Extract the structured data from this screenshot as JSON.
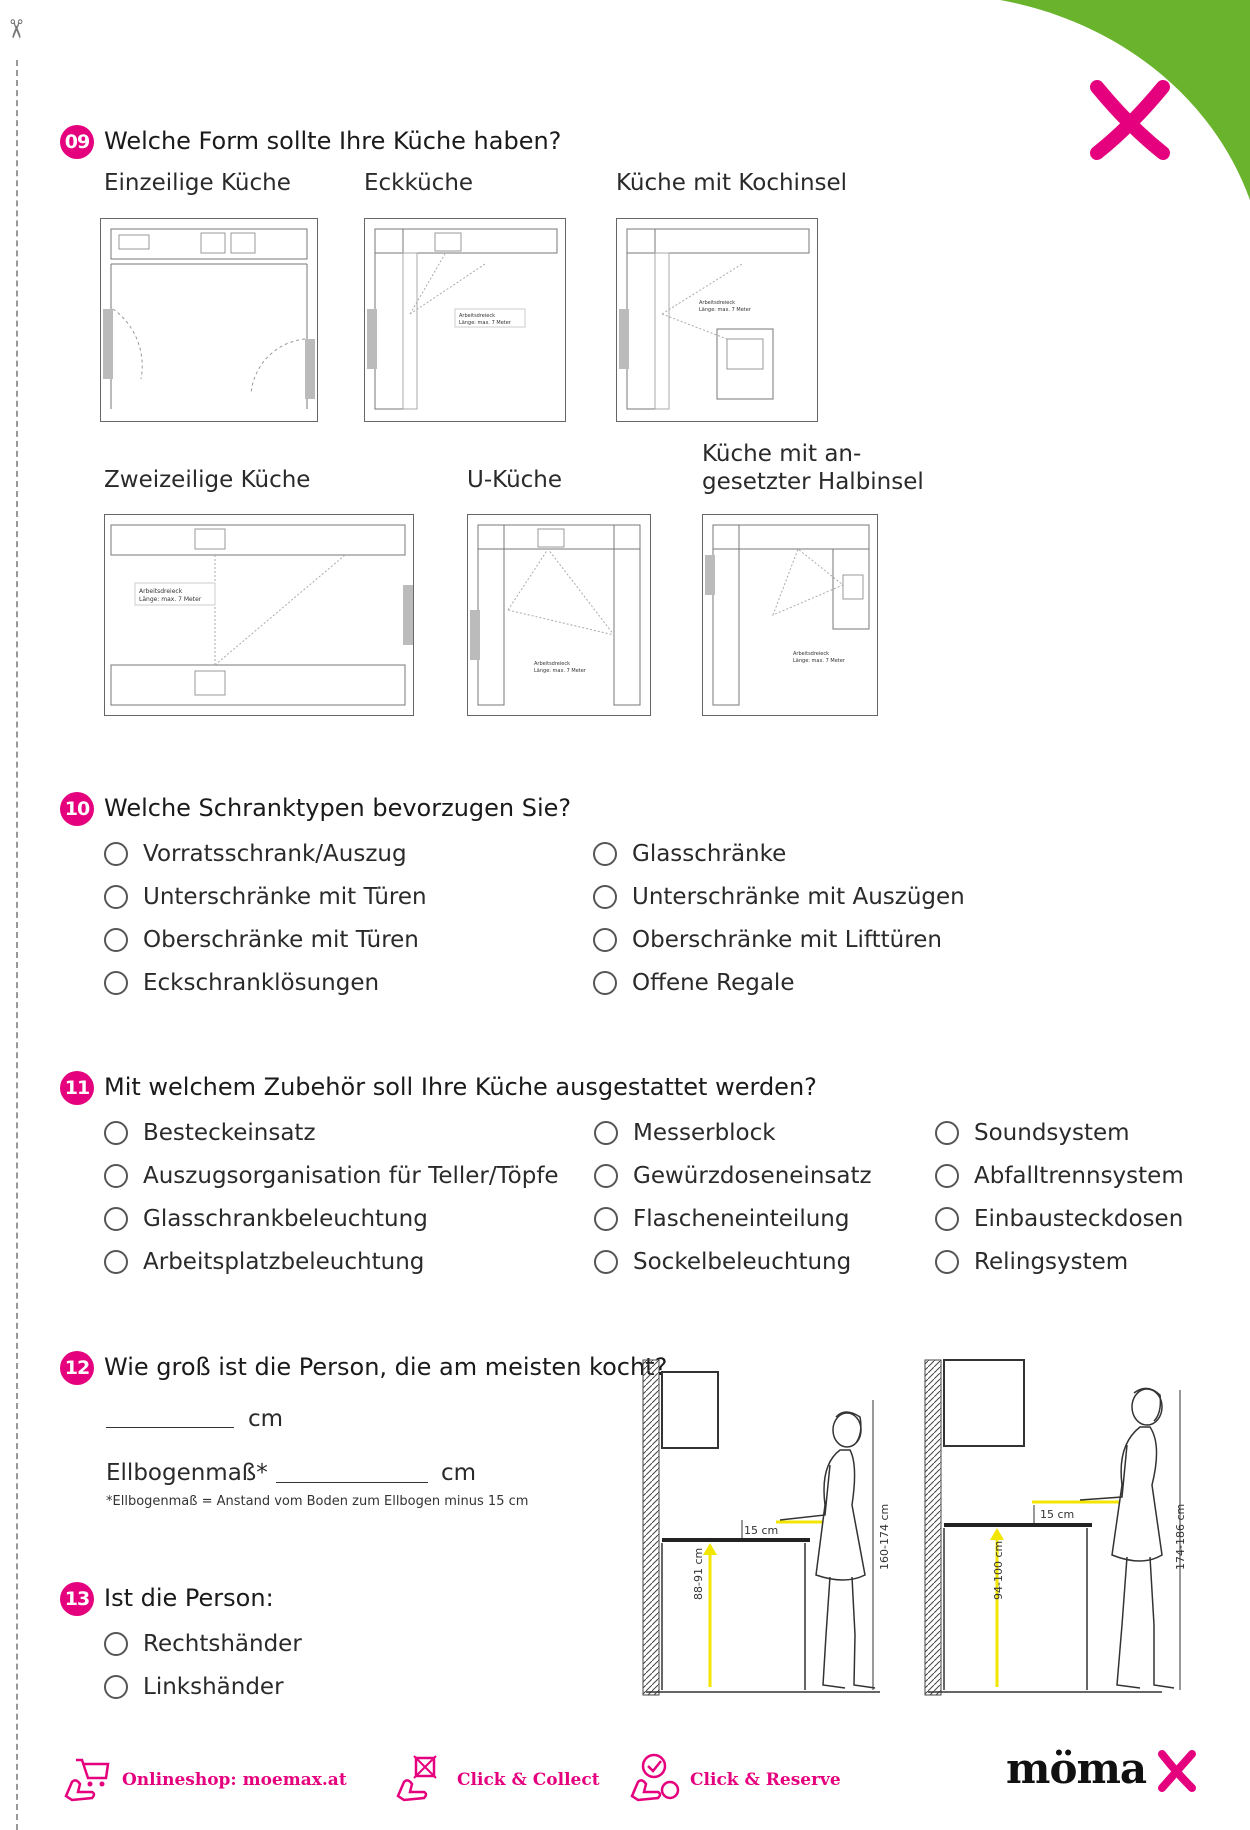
{
  "colors": {
    "accent": "#e5007d",
    "green": "#6ab42d",
    "highlight": "#f2e600"
  },
  "q09": {
    "number": "09",
    "title": "Welche Form sollte Ihre Küche haben?",
    "kitchens": [
      {
        "label": "Einzeilige Küche"
      },
      {
        "label": "Eckküche"
      },
      {
        "label": "Küche mit Kochinsel"
      },
      {
        "label": "Zweizeilige Küche"
      },
      {
        "label": "U-Küche"
      },
      {
        "label": "Küche mit an-\ngesetzter Halbinsel"
      }
    ]
  },
  "q10": {
    "number": "10",
    "title": "Welche Schranktypen bevorzugen Sie?",
    "options": [
      "Vorratsschrank/Auszug",
      "Unterschränke mit Türen",
      "Oberschränke mit Türen",
      "Eckschranklösungen",
      "Glasschränke",
      "Unterschränke mit Auszügen",
      "Oberschränke mit Lifttüren",
      "Offene Regale"
    ]
  },
  "q11": {
    "number": "11",
    "title": "Mit welchem Zubehör soll Ihre Küche ausgestattet werden?",
    "options": [
      "Besteckeinsatz",
      "Auszugsorganisation für Teller/Töpfe",
      "Glasschrankbeleuchtung",
      "Arbeitsplatzbeleuchtung",
      "Messerblock",
      "Gewürzdoseneinsatz",
      "Flascheneinteilung",
      "Sockelbeleuchtung",
      "Soundsystem",
      "Abfalltrennsystem",
      "Einbausteckdosen",
      "Relingsystem"
    ]
  },
  "q12": {
    "number": "12",
    "title": "Wie groß ist die Person, die am meisten kocht?",
    "unit": "cm",
    "elbow_label": "Ellbogenmaß*",
    "footnote": "*Ellbogenmaß = Anstand vom Boden zum Ellbogen minus 15 cm"
  },
  "q13": {
    "number": "13",
    "title": "Ist die Person:",
    "options": [
      "Rechtshänder",
      "Linkshänder"
    ]
  },
  "figures": {
    "left": {
      "offset": "15 cm",
      "counter": "88-91 cm",
      "person": "160-174 cm"
    },
    "right": {
      "offset": "15 cm",
      "counter": "94-100 cm",
      "person": "174-186 cm"
    }
  },
  "footer": {
    "shop": "Onlineshop: moemax.at",
    "collect": "Click & Collect",
    "reserve": "Click & Reserve",
    "logo": "möma"
  }
}
